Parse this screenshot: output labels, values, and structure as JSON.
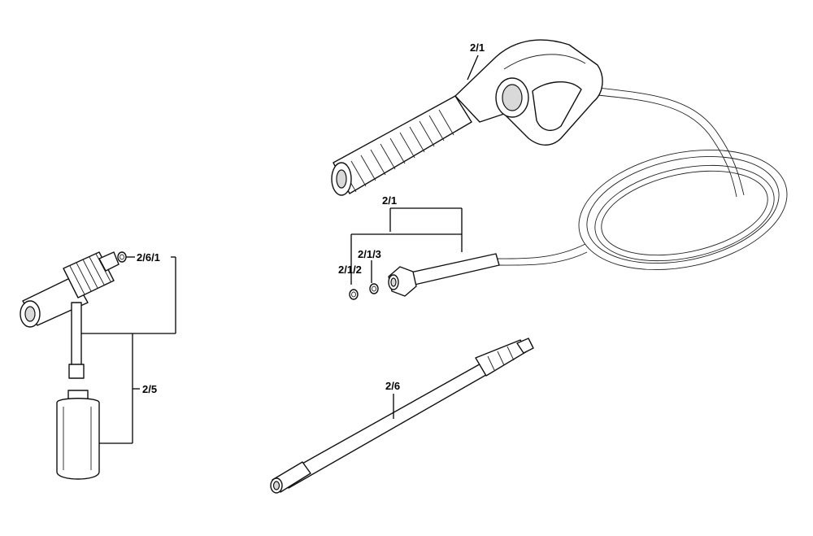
{
  "labels": {
    "gun_hose_top": "2/1",
    "hose_group": "2/1",
    "hose_sub_3": "2/1/3",
    "hose_sub_2": "2/1/2",
    "nozzle_oring": "2/6/1",
    "detergent_group": "2/5",
    "lance": "2/6"
  }
}
